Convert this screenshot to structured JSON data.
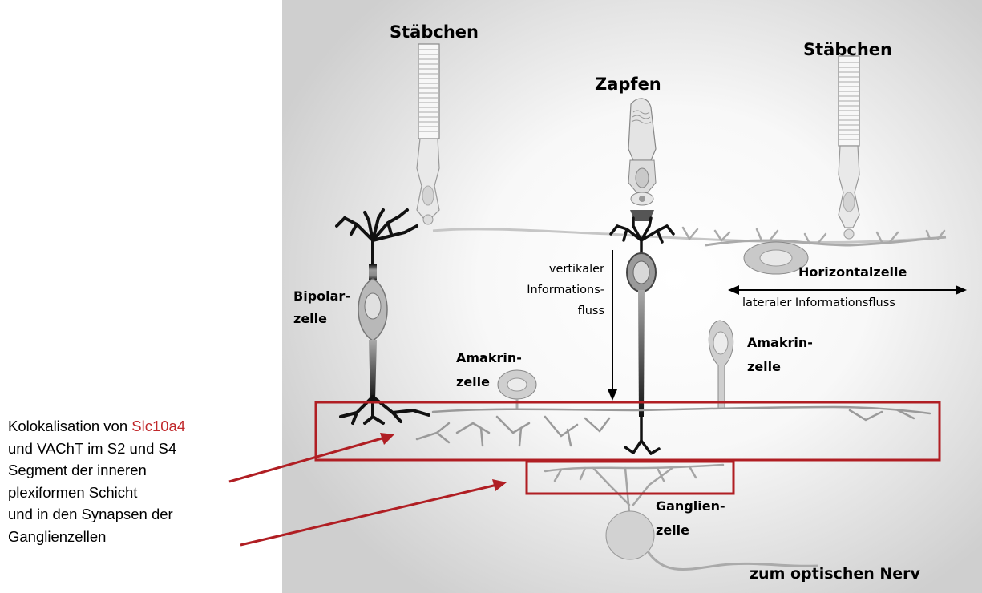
{
  "labels": {
    "rod_left": "Stäbchen",
    "rod_right": "Stäbchen",
    "cone": "Zapfen",
    "bipolar_line1": "Bipolar-",
    "bipolar_line2": "zelle",
    "vertical_line1": "vertikaler",
    "vertical_line2": "Informations-",
    "vertical_line3": "fluss",
    "horizontal_cell": "Horizontalzelle",
    "lateral_flow": "lateraler  Informationsfluss",
    "amacrine_left_line1": "Amakrin-",
    "amacrine_left_line2": "zelle",
    "amacrine_right_line1": "Amakrin-",
    "amacrine_right_line2": "zelle",
    "ganglion_line1": "Ganglien-",
    "ganglion_line2": "zelle",
    "optic_nerve": "zum optischen Nerv"
  },
  "caption": {
    "line1_prefix": "Kolokalisation von ",
    "line1_highlight": "Slc10a4",
    "line2": "und VAChT im S2 und S4",
    "line3": "Segment der inneren",
    "line4": "plexiformen Schicht",
    "line5": "und in den Synapsen der",
    "line6": "Ganglienzellen"
  },
  "colors": {
    "highlight": "#c0282b",
    "box": "#b01e23",
    "arrow": "#b01e23"
  }
}
